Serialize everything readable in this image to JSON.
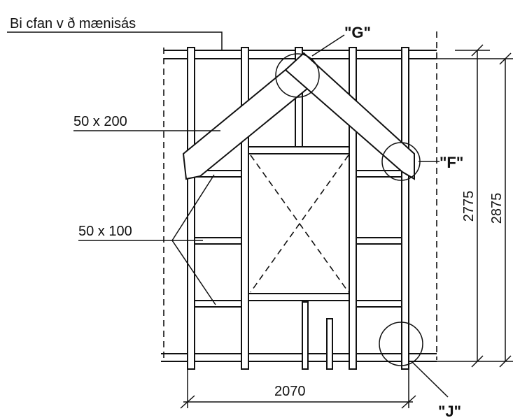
{
  "labels": {
    "ridge_note": "Bi cfan v ð mænisás",
    "detail_g": "\"G\"",
    "detail_f": "\"F\"",
    "detail_j": "\"J\"",
    "size_rafter": "50 x 200",
    "size_stud": "50 x 100"
  },
  "dimensions": {
    "width": "2070",
    "height_inner": "2775",
    "height_outer": "2875"
  }
}
